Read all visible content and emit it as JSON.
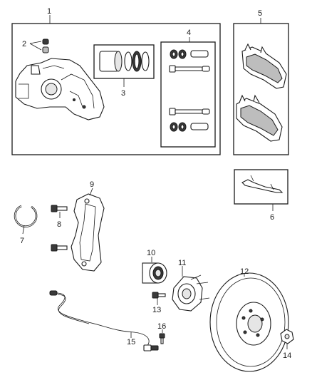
{
  "callouts": {
    "c1": "1",
    "c2": "2",
    "c3": "3",
    "c4": "4",
    "c5": "5",
    "c6": "6",
    "c7": "7",
    "c8": "8",
    "c9": "9",
    "c10": "10",
    "c11": "11",
    "c12": "12",
    "c13": "13",
    "c14": "14",
    "c15": "15",
    "c16": "16"
  },
  "colors": {
    "line": "#1a1a1a",
    "background": "#ffffff"
  }
}
